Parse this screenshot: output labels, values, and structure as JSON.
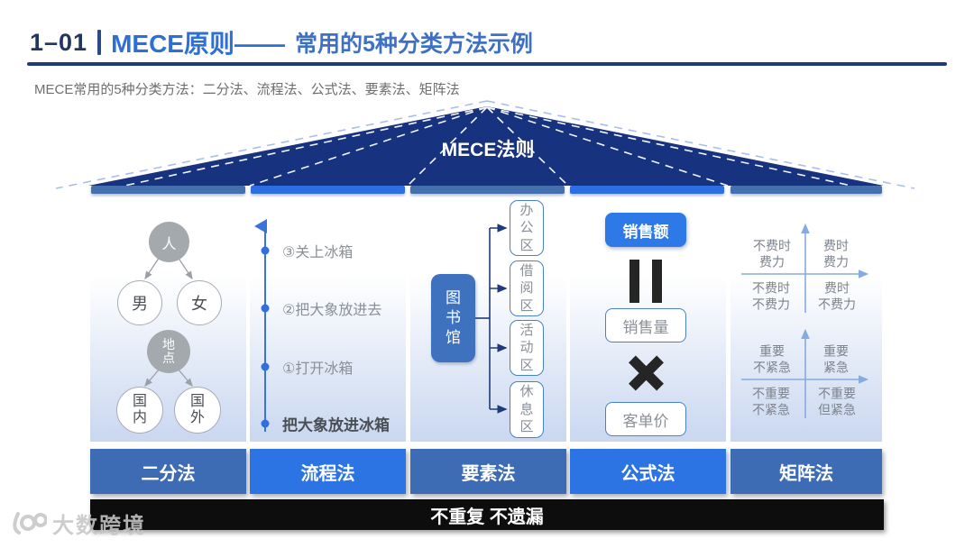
{
  "header": {
    "number": "1–01",
    "title_main": "MECE原则——",
    "title_rest": "常用的5种分类方法示例",
    "subtitle": "MECE常用的5种分类方法：二分法、流程法、公式法、要素法、矩阵法"
  },
  "roof": {
    "label": "MECE法则"
  },
  "dichotomy": {
    "label": "二分法",
    "tree1": {
      "root": "人",
      "left": "男",
      "right": "女"
    },
    "tree2": {
      "root": "地点",
      "left": "国内",
      "right": "国外"
    }
  },
  "process": {
    "label": "流程法",
    "steps": [
      "③关上冰箱",
      "②把大象放进去",
      "①打开冰箱"
    ],
    "summary": "把大象放进冰箱"
  },
  "elements": {
    "label": "要素法",
    "source": "图书馆",
    "targets": [
      "办公区",
      "借阅区",
      "活动区",
      "休息区"
    ]
  },
  "formula": {
    "label": "公式法",
    "result": "销售额",
    "equals_symbol": "=",
    "operand1": "销售量",
    "multiply_symbol": "×",
    "operand2": "客单价"
  },
  "matrix": {
    "label": "矩阵法",
    "matrix1": {
      "tl": "不费时\n费力",
      "tr": "费时\n费力",
      "bl": "不费时\n不费力",
      "br": "费时\n不费力"
    },
    "matrix2": {
      "tl": "重要\n不紧急",
      "tr": "重要\n紧急",
      "bl": "不重要\n不紧急",
      "br": "不重要\n但紧急"
    }
  },
  "footer": {
    "banner": "不重复 不遗漏"
  },
  "watermark": {
    "text": "大数跨境"
  },
  "colors": {
    "roof_navy": "#17327e",
    "bar_muted": "#3d6cb4",
    "bar_bright": "#2c74e4",
    "accent_blue": "#2e79e8",
    "title_blue": "#2d6fd3",
    "banner_black": "#0d0d0d"
  }
}
